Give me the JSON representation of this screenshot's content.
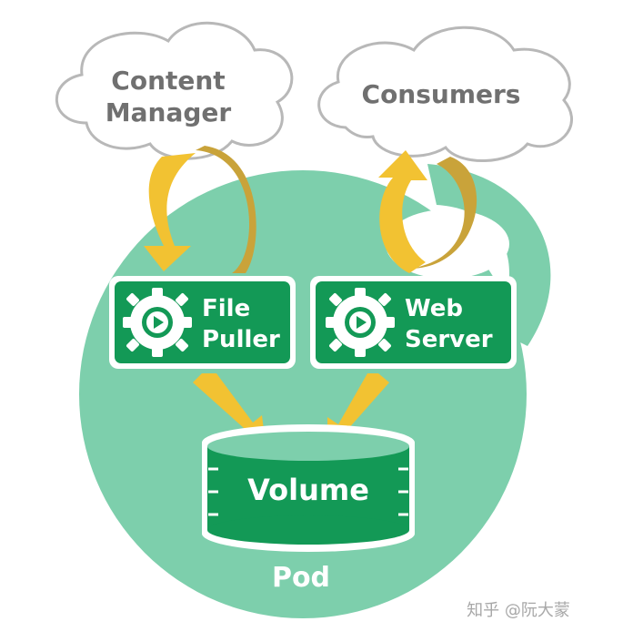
{
  "clouds": {
    "content_manager": {
      "line1": "Content",
      "line2": "Manager"
    },
    "consumers": {
      "label": "Consumers"
    }
  },
  "containers": {
    "file_puller": {
      "line1": "File",
      "line2": "Puller"
    },
    "web_server": {
      "line1": "Web",
      "line2": "Server"
    }
  },
  "volume": {
    "label": "Volume"
  },
  "pod": {
    "label": "Pod"
  },
  "watermark": "知乎 @阮大蒙",
  "colors": {
    "pod": "#7dcfac",
    "container": "#139956",
    "arrow": "#f2c232",
    "arrow_dark": "#c9a33a",
    "cloud_text": "#707070"
  }
}
